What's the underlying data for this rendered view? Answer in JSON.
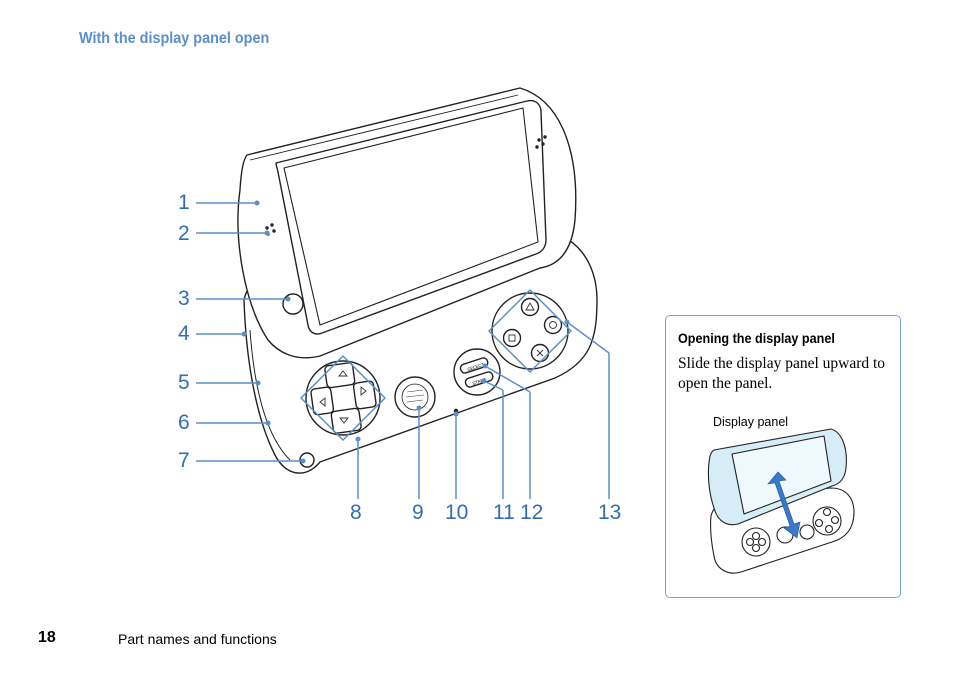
{
  "section_title": "With the display panel open",
  "callouts": [
    "1",
    "2",
    "3",
    "4",
    "5",
    "6",
    "7",
    "8",
    "9",
    "10",
    "11",
    "12",
    "13"
  ],
  "device_labels": {
    "select": "SELECT",
    "start": "START"
  },
  "info_box": {
    "title": "Opening the display panel",
    "body": "Slide the display panel upward to open the panel.",
    "figure_label": "Display panel"
  },
  "footer": {
    "page_number": "18",
    "section": "Part names and functions"
  },
  "colors": {
    "accent": "#5b8fc9",
    "callout": "#2f6db5",
    "leader": "#5a8fc8",
    "arrow": "#3a78c8"
  }
}
